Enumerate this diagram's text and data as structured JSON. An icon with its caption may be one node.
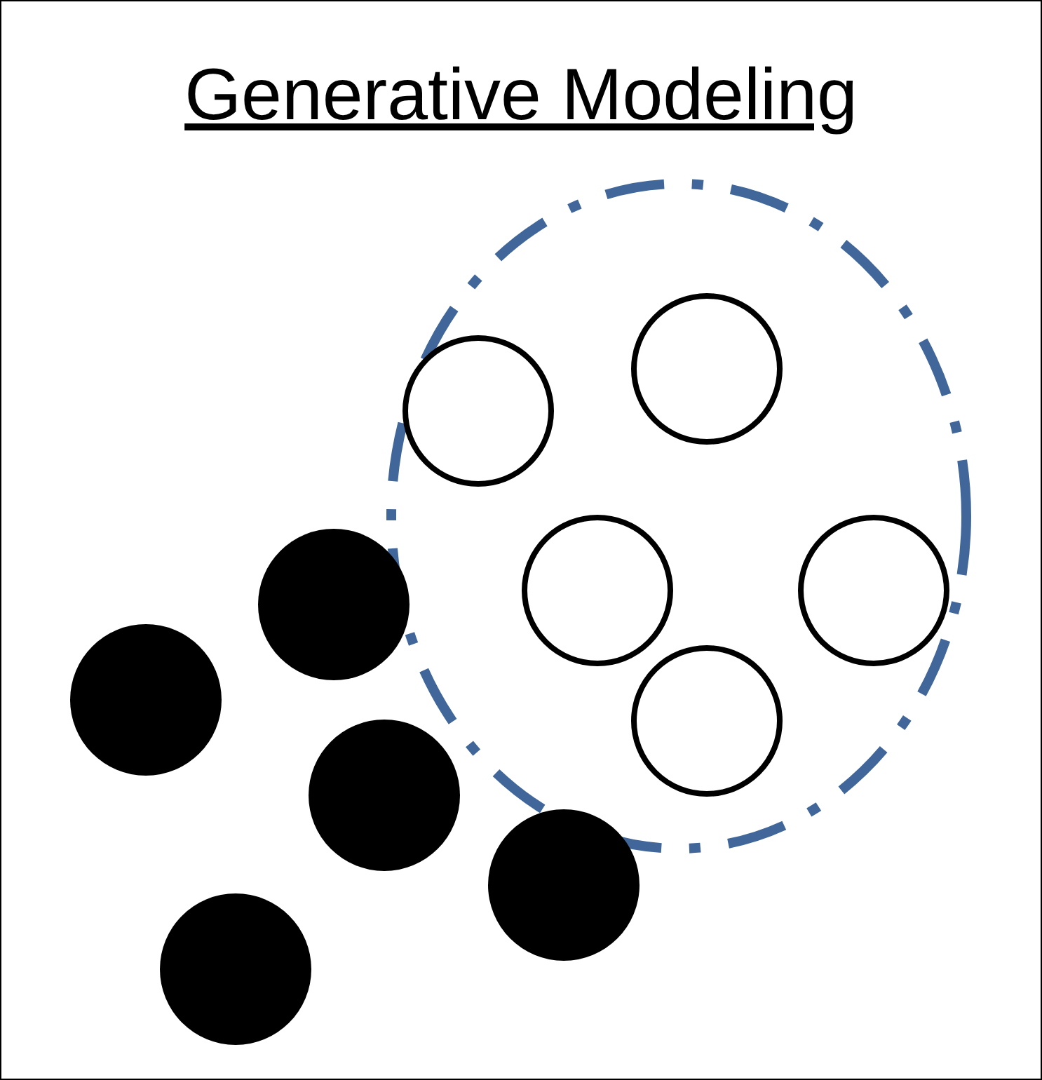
{
  "diagram": {
    "title": "Generative Modeling",
    "nodes": [
      {
        "text": [],
        "shape": "circle"
      },
      {
        "text": [],
        "shape": "circle",
        "in": 0
      },
      {
        "text": [],
        "shape": "circle",
        "in": 0
      },
      {
        "text": [],
        "shape": "circle",
        "in": 0
      },
      {
        "text": [],
        "shape": "circle",
        "in": 0
      },
      {
        "text": [],
        "shape": "circle",
        "in": 0
      },
      {
        "text": [],
        "shape": "circle"
      },
      {
        "text": [],
        "shape": "circle"
      },
      {
        "text": [],
        "shape": "circle"
      },
      {
        "text": [],
        "shape": "circle"
      },
      {
        "text": [],
        "shape": "circle"
      }
    ]
  }
}
